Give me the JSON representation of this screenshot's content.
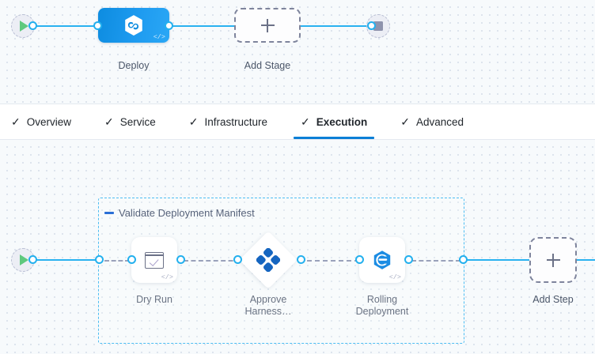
{
  "stage_canvas": {
    "start_node": {
      "name": "pipeline-start",
      "icon": "play-icon"
    },
    "end_node": {
      "name": "pipeline-end",
      "icon": "stop-icon"
    },
    "nodes": [
      {
        "id": "deploy",
        "label": "Deploy",
        "type": "stage",
        "icon": "harness-infinity-icon",
        "selected": true,
        "code_badge": "</>"
      },
      {
        "id": "add-stage",
        "label": "Add Stage",
        "type": "add-placeholder",
        "icon": "plus-icon"
      }
    ]
  },
  "tabs": {
    "check_glyph": "✓",
    "items": [
      {
        "label": "Overview",
        "active": false,
        "complete": true
      },
      {
        "label": "Service",
        "active": false,
        "complete": true
      },
      {
        "label": "Infrastructure",
        "active": false,
        "complete": true
      },
      {
        "label": "Execution",
        "active": true,
        "complete": true
      },
      {
        "label": "Advanced",
        "active": false,
        "complete": true
      }
    ],
    "active_color": "#0b7fd6"
  },
  "step_canvas": {
    "start_node": {
      "name": "execution-start",
      "icon": "play-icon"
    },
    "group": {
      "label": "Validate Deployment Manifest",
      "collapse_icon": "minus-icon",
      "border_color": "#4dbdf2"
    },
    "steps": [
      {
        "id": "dry-run",
        "label": "Dry Run",
        "shape": "rounded",
        "icon": "checkbox-check-icon",
        "code_badge": "</>"
      },
      {
        "id": "approve-harness",
        "label": "Approve\nHarness…",
        "shape": "diamond",
        "icon": "harness-approval-icon",
        "code_badge": ""
      },
      {
        "id": "rolling-deployment",
        "label": "Rolling\nDeployment",
        "shape": "rounded",
        "icon": "rolling-deployment-icon",
        "code_badge": "</>"
      },
      {
        "id": "add-step",
        "label": "Add Step",
        "shape": "add-placeholder",
        "icon": "plus-icon",
        "code_badge": ""
      }
    ]
  },
  "colors": {
    "accent_blue": "#2aa7f5",
    "link_blue": "#23b0ee",
    "stage_gradient_from": "#0d8ce0",
    "stage_gradient_to": "#2aa7f5",
    "canvas_bg": "#f7fafc",
    "grid_dot": "#d4dde8",
    "dashed_connector": "#9aa2bb"
  }
}
